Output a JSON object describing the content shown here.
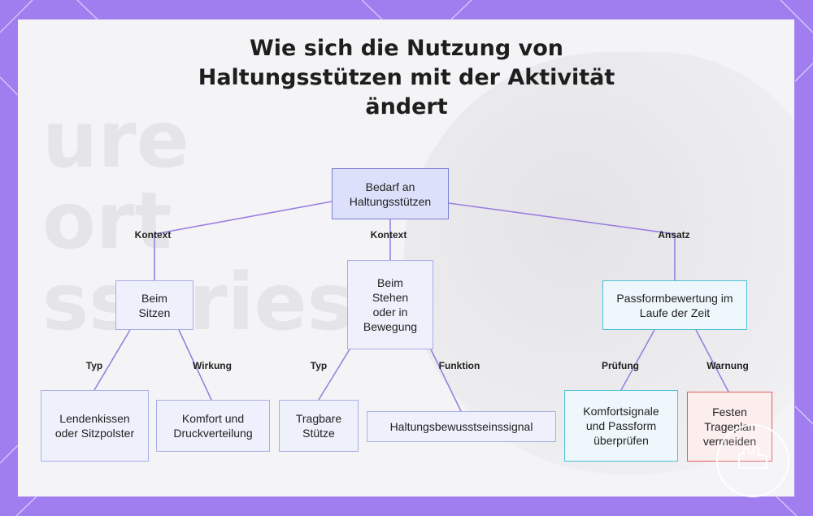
{
  "title": "Wie sich die Nutzung von Haltungsstützen mit der Aktivität ändert",
  "nodes": {
    "root": "Bedarf an Haltungsstützen",
    "sitting": "Beim Sitzen",
    "standing": "Beim Stehen oder in Bewegung",
    "fit": "Passformbewertung im Laufe der Zeit",
    "lumbar": "Lendenkissen oder Sitzpolster",
    "comfort": "Komfort und Druckverteilung",
    "wearable": "Tragbare Stütze",
    "signal": "Haltungsbewusstseinssignal",
    "check": "Komfortsignale und Passform überprüfen",
    "avoid": "Festen Trageplan vermeiden"
  },
  "edge_labels": {
    "kontext_left": "Kontext",
    "kontext_mid": "Kontext",
    "ansatz": "Ansatz",
    "typ_left": "Typ",
    "wirkung": "Wirkung",
    "typ_mid": "Typ",
    "funktion": "Funktion",
    "pruefung": "Prüfung",
    "warnung": "Warnung"
  },
  "colors": {
    "background": "#a07ef0",
    "edge": "#9b7fe0",
    "root_border": "#7a7fd6",
    "node_border": "#a9afe6",
    "fit_border": "#4cc3d6",
    "warning_border": "#e05a62"
  }
}
